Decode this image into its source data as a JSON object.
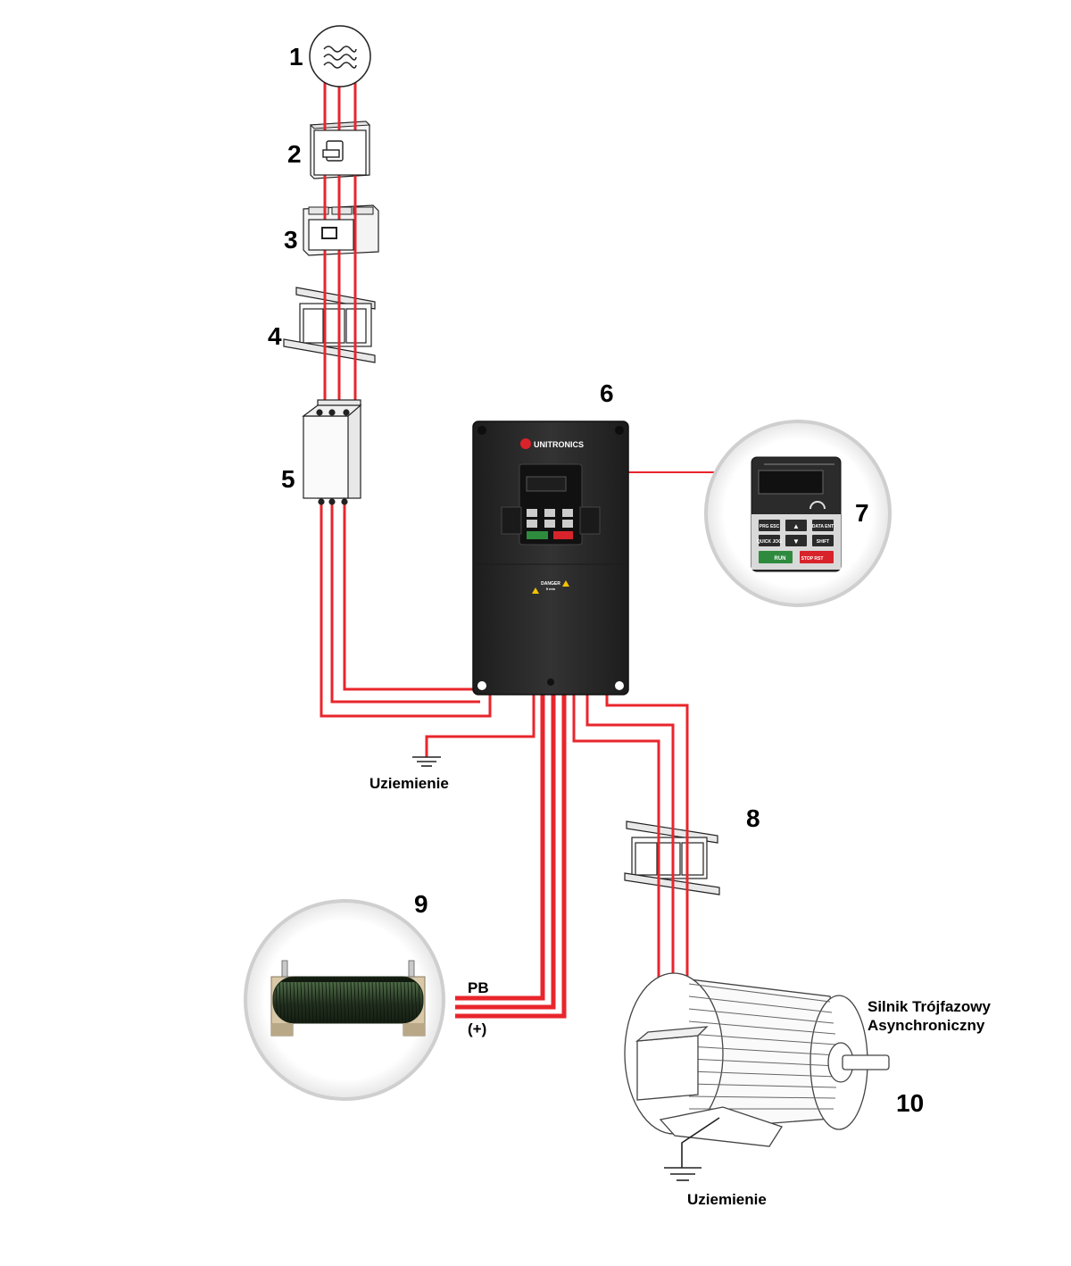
{
  "components": {
    "power_source": {
      "number": "1"
    },
    "breaker": {
      "number": "2"
    },
    "contactor": {
      "number": "3"
    },
    "input_reactor": {
      "number": "4"
    },
    "emi_filter": {
      "number": "5"
    },
    "inverter": {
      "number": "6",
      "brand": "UNITRONICS",
      "warning": "DANGER",
      "warning_sub": "5 min"
    },
    "keypad": {
      "number": "7"
    },
    "output_reactor": {
      "number": "8"
    },
    "brake_resistor": {
      "number": "9"
    },
    "motor": {
      "number": "10",
      "label_line1": "Silnik Trójfazowy",
      "label_line2": "Asynchroniczny"
    }
  },
  "terminals": {
    "pb": "PB",
    "plus": "(+)"
  },
  "ground_labels": {
    "left": "Uziemienie",
    "right": "Uziemienie"
  },
  "keypad_buttons": {
    "prg": "PRG\nESC",
    "up": "▲",
    "data": "DATA\nENT",
    "quick": "QUICK\nJOG",
    "down": "▼",
    "shift": "SHIFT",
    "run": "RUN",
    "stop": "STOP\nRST"
  },
  "colors": {
    "wire": "#e8262c",
    "inverter_body": "#2a2a2a",
    "accent_red": "#d8232a",
    "run_green": "#2e8b3e"
  }
}
